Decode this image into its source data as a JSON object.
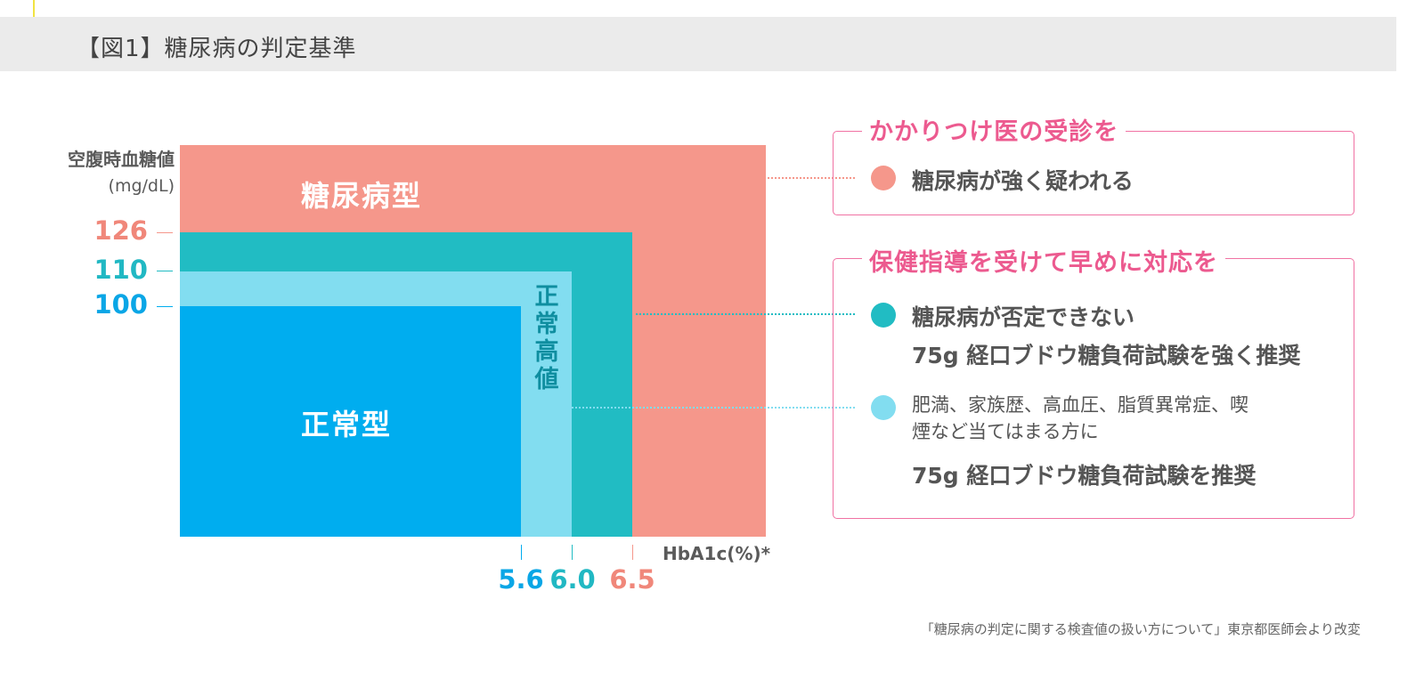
{
  "header": {
    "title": "【図1】糖尿病の判定基準"
  },
  "y_axis": {
    "label": "空腹時血糖値",
    "unit": "(mg/dL)",
    "ticks": [
      "126",
      "110",
      "100"
    ]
  },
  "x_axis": {
    "label": "HbA1c(%)*",
    "ticks": [
      "5.6",
      "6.0",
      "6.5"
    ]
  },
  "zones": {
    "diabetes": "糖尿病型",
    "high_normal": "正常高値",
    "normal": "正常型"
  },
  "zone_colors": {
    "diabetes": "#f5978b",
    "borderline": "#21bcc3",
    "high_normal": "#82ddf0",
    "normal": "#00adef"
  },
  "box1": {
    "title": "かかりつけ医の受診を",
    "item": "糖尿病が強く疑われる"
  },
  "box2": {
    "title": "保健指導を受けて早めに対応を",
    "item1_line1": "糖尿病が否定できない",
    "item1_line2": "75g 経口ブドウ糖負荷試験を強く推奨",
    "item2_line1": "肥満、家族歴、高血圧、脂質異常症、喫",
    "item2_line2": "煙など当てはまる方に",
    "item2_line3": "75g 経口ブドウ糖負荷試験を推奨"
  },
  "source": "「糖尿病の判定に関する検査値の扱い方について」東京都医師会より改変"
}
